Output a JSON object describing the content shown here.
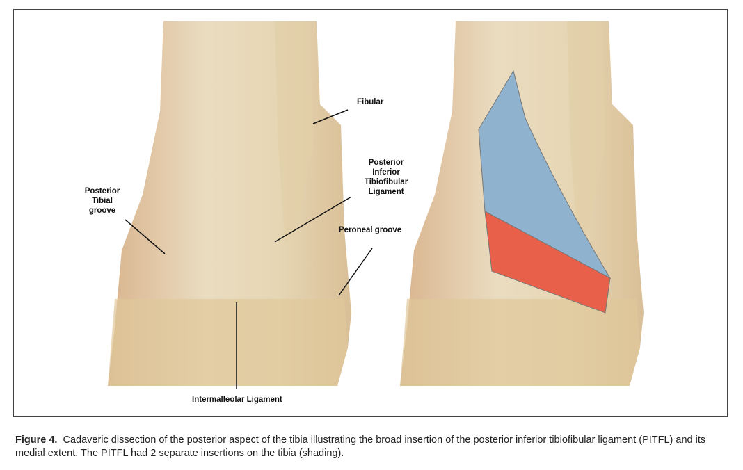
{
  "figure": {
    "labels": {
      "fibular": "Fibular",
      "pitfl": [
        "Posterior",
        "Inferior",
        "Tibiofibular",
        "Ligament"
      ],
      "posterior_tibial_groove": [
        "Posterior",
        "Tibial",
        "groove"
      ],
      "peroneal_groove": "Peroneal groove",
      "intermalleolar": "Intermalleolar Ligament"
    },
    "shading_colors": {
      "upper_insertion": "#8fb3cf",
      "lower_insertion": "#e8604a"
    }
  },
  "caption": {
    "label": "Figure 4.",
    "text": "Cadaveric dissection of the posterior aspect of the tibia illustrating the broad insertion of the posterior inferior tibiofibular ligament (PITFL) and its medial extent. The PITFL had 2 separate insertions on the tibia (shading)."
  }
}
